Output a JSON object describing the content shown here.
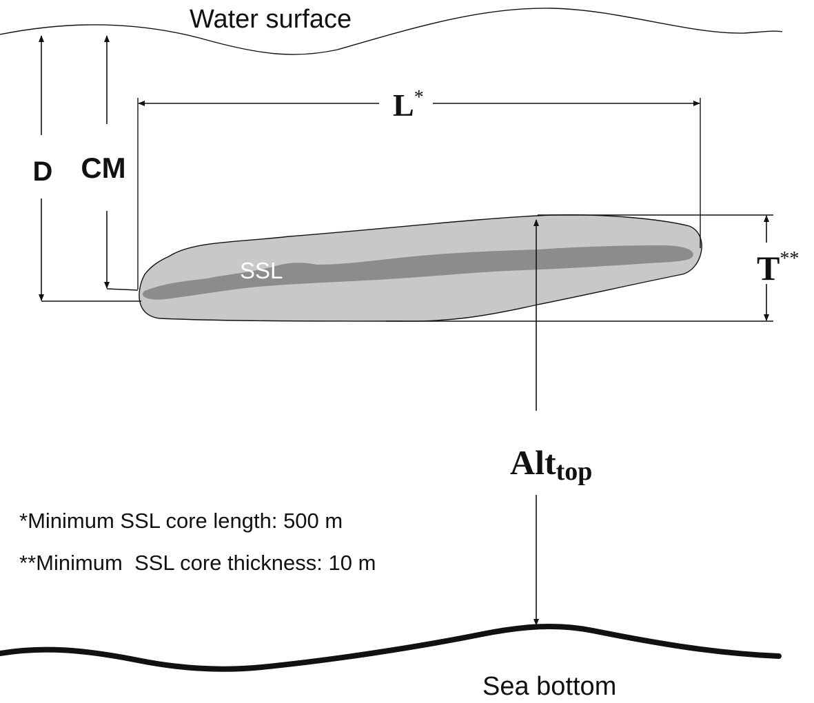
{
  "labels": {
    "water_surface": "Water surface",
    "sea_bottom": "Sea bottom",
    "depth": "D",
    "center_of_mass": "CM",
    "length": "L",
    "length_mark": "*",
    "thickness": "T",
    "thickness_mark": "**",
    "altitude_main": "Alt",
    "altitude_sub": "top",
    "layer": "SSL"
  },
  "notes": {
    "min_length": "*Minimum SSL core length: 500 m",
    "min_thickness": "**Minimum  SSL core thickness: 10 m"
  },
  "colors": {
    "line": "#111111",
    "layer_fill": "#c8c8c8",
    "layer_core": "#8c8c8c",
    "layer_text": "#ffffff"
  }
}
